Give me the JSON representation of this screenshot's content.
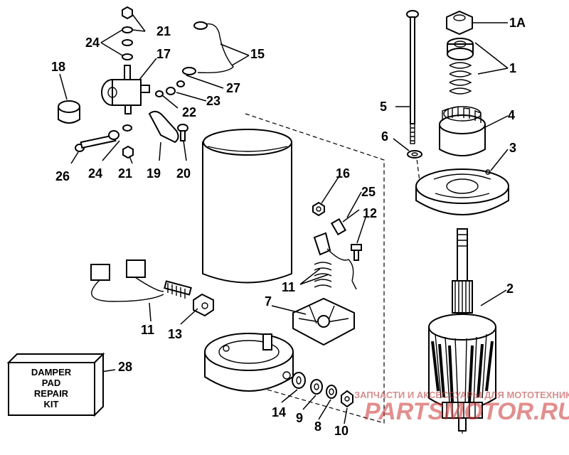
{
  "callouts": {
    "c1A": "1A",
    "c1": "1",
    "c2": "2",
    "c3": "3",
    "c4": "4",
    "c5": "5",
    "c6": "6",
    "c7": "7",
    "c8": "8",
    "c9": "9",
    "c10": "10",
    "c11a": "11",
    "c11b": "11",
    "c12": "12",
    "c13": "13",
    "c14": "14",
    "c15": "15",
    "c16": "16",
    "c17": "17",
    "c18": "18",
    "c19": "19",
    "c20": "20",
    "c21a": "21",
    "c21b": "21",
    "c22": "22",
    "c23": "23",
    "c24a": "24",
    "c24b": "24",
    "c25": "25",
    "c26": "26",
    "c27": "27",
    "c28": "28"
  },
  "kit_box": {
    "line1": "DAMPER",
    "line2": "PAD",
    "line3": "REPAIR",
    "line4": "KIT"
  },
  "watermark": {
    "top_text": "ЗАПЧАСТИ И АКСЕССУАРЫ ДЛЯ МОТОТЕХНИКИ",
    "logo_text": "PARTSMOTOR.RU"
  }
}
